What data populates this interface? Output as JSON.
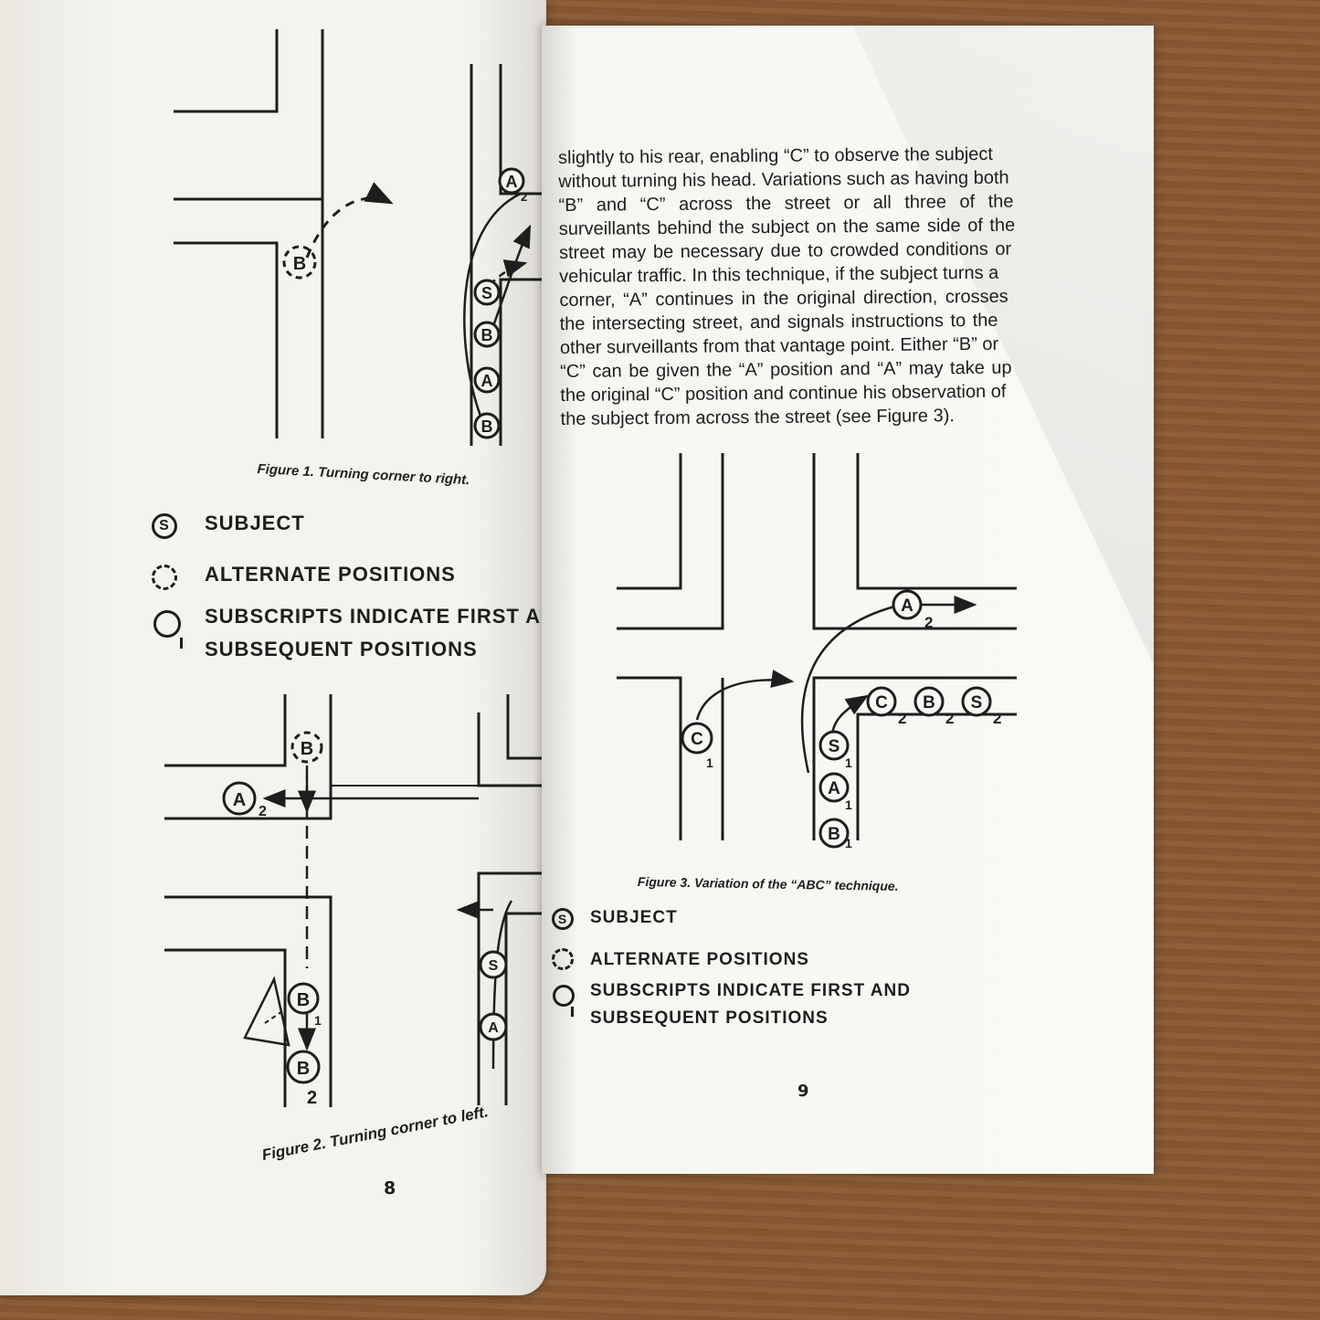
{
  "left_page": {
    "figure1_caption": "Figure 1. Turning corner to right.",
    "figure2_caption": "Figure 2. Turning corner to left.",
    "legend": {
      "subject_symbol": "S",
      "subject": "SUBJECT",
      "alternate": "ALTERNATE POSITIONS",
      "subscripts_line1": "SUBSCRIPTS INDICATE FIRST A",
      "subscripts_line2": "SUBSEQUENT POSITIONS"
    },
    "page_number": "8",
    "figure1_markers": {
      "a_top": "A",
      "a_top_sub": "2",
      "b_alt": "B",
      "s": "S",
      "b_mid": "B",
      "a_mid": "A",
      "b_low": "B"
    },
    "figure2_markers": {
      "b_top": "B",
      "a": "A",
      "a_sub": "2",
      "b_lower": "B",
      "b_lower_sub": "1",
      "b_bottom": "B",
      "b_bottom_sub": "2",
      "s": "S",
      "a_right": "A"
    }
  },
  "right_page": {
    "body_lines": [
      "slightly to his rear, enabling “C” to observe the subject",
      "without turning his head. Variations such as having both",
      "“B” and “C” across the street or all three of the",
      "surveillants behind the subject on the same side of the",
      "street may be necessary due to crowded conditions or",
      "vehicular traffic. In this technique, if the subject turns a",
      "corner, “A” continues in the original direction, crosses",
      "the intersecting street, and signals instructions to the",
      "other surveillants from that vantage point. Either “B” or",
      "“C” can be given the “A” position and “A” may take up",
      "the original “C” position and continue his observation of",
      "the subject from across the street (see Figure 3)."
    ],
    "figure3_caption": "Figure 3. Variation of the “ABC” technique.",
    "figure3_markers": {
      "a2": "A",
      "a2_sub": "2",
      "c2": "C",
      "c2_sub": "2",
      "b2": "B",
      "b2_sub": "2",
      "s2": "S",
      "s2_sub": "2",
      "c1": "C",
      "c1_sub": "1",
      "s1": "S",
      "s1_sub": "1",
      "a1": "A",
      "a1_sub": "1",
      "b1": "B",
      "b1_sub": "1"
    },
    "legend": {
      "subject_symbol": "S",
      "subject": "SUBJECT",
      "alternate": "ALTERNATE POSITIONS",
      "subscripts_line1": "SUBSCRIPTS INDICATE FIRST AND",
      "subscripts_line2": "SUBSEQUENT POSITIONS"
    },
    "page_number": "9"
  }
}
